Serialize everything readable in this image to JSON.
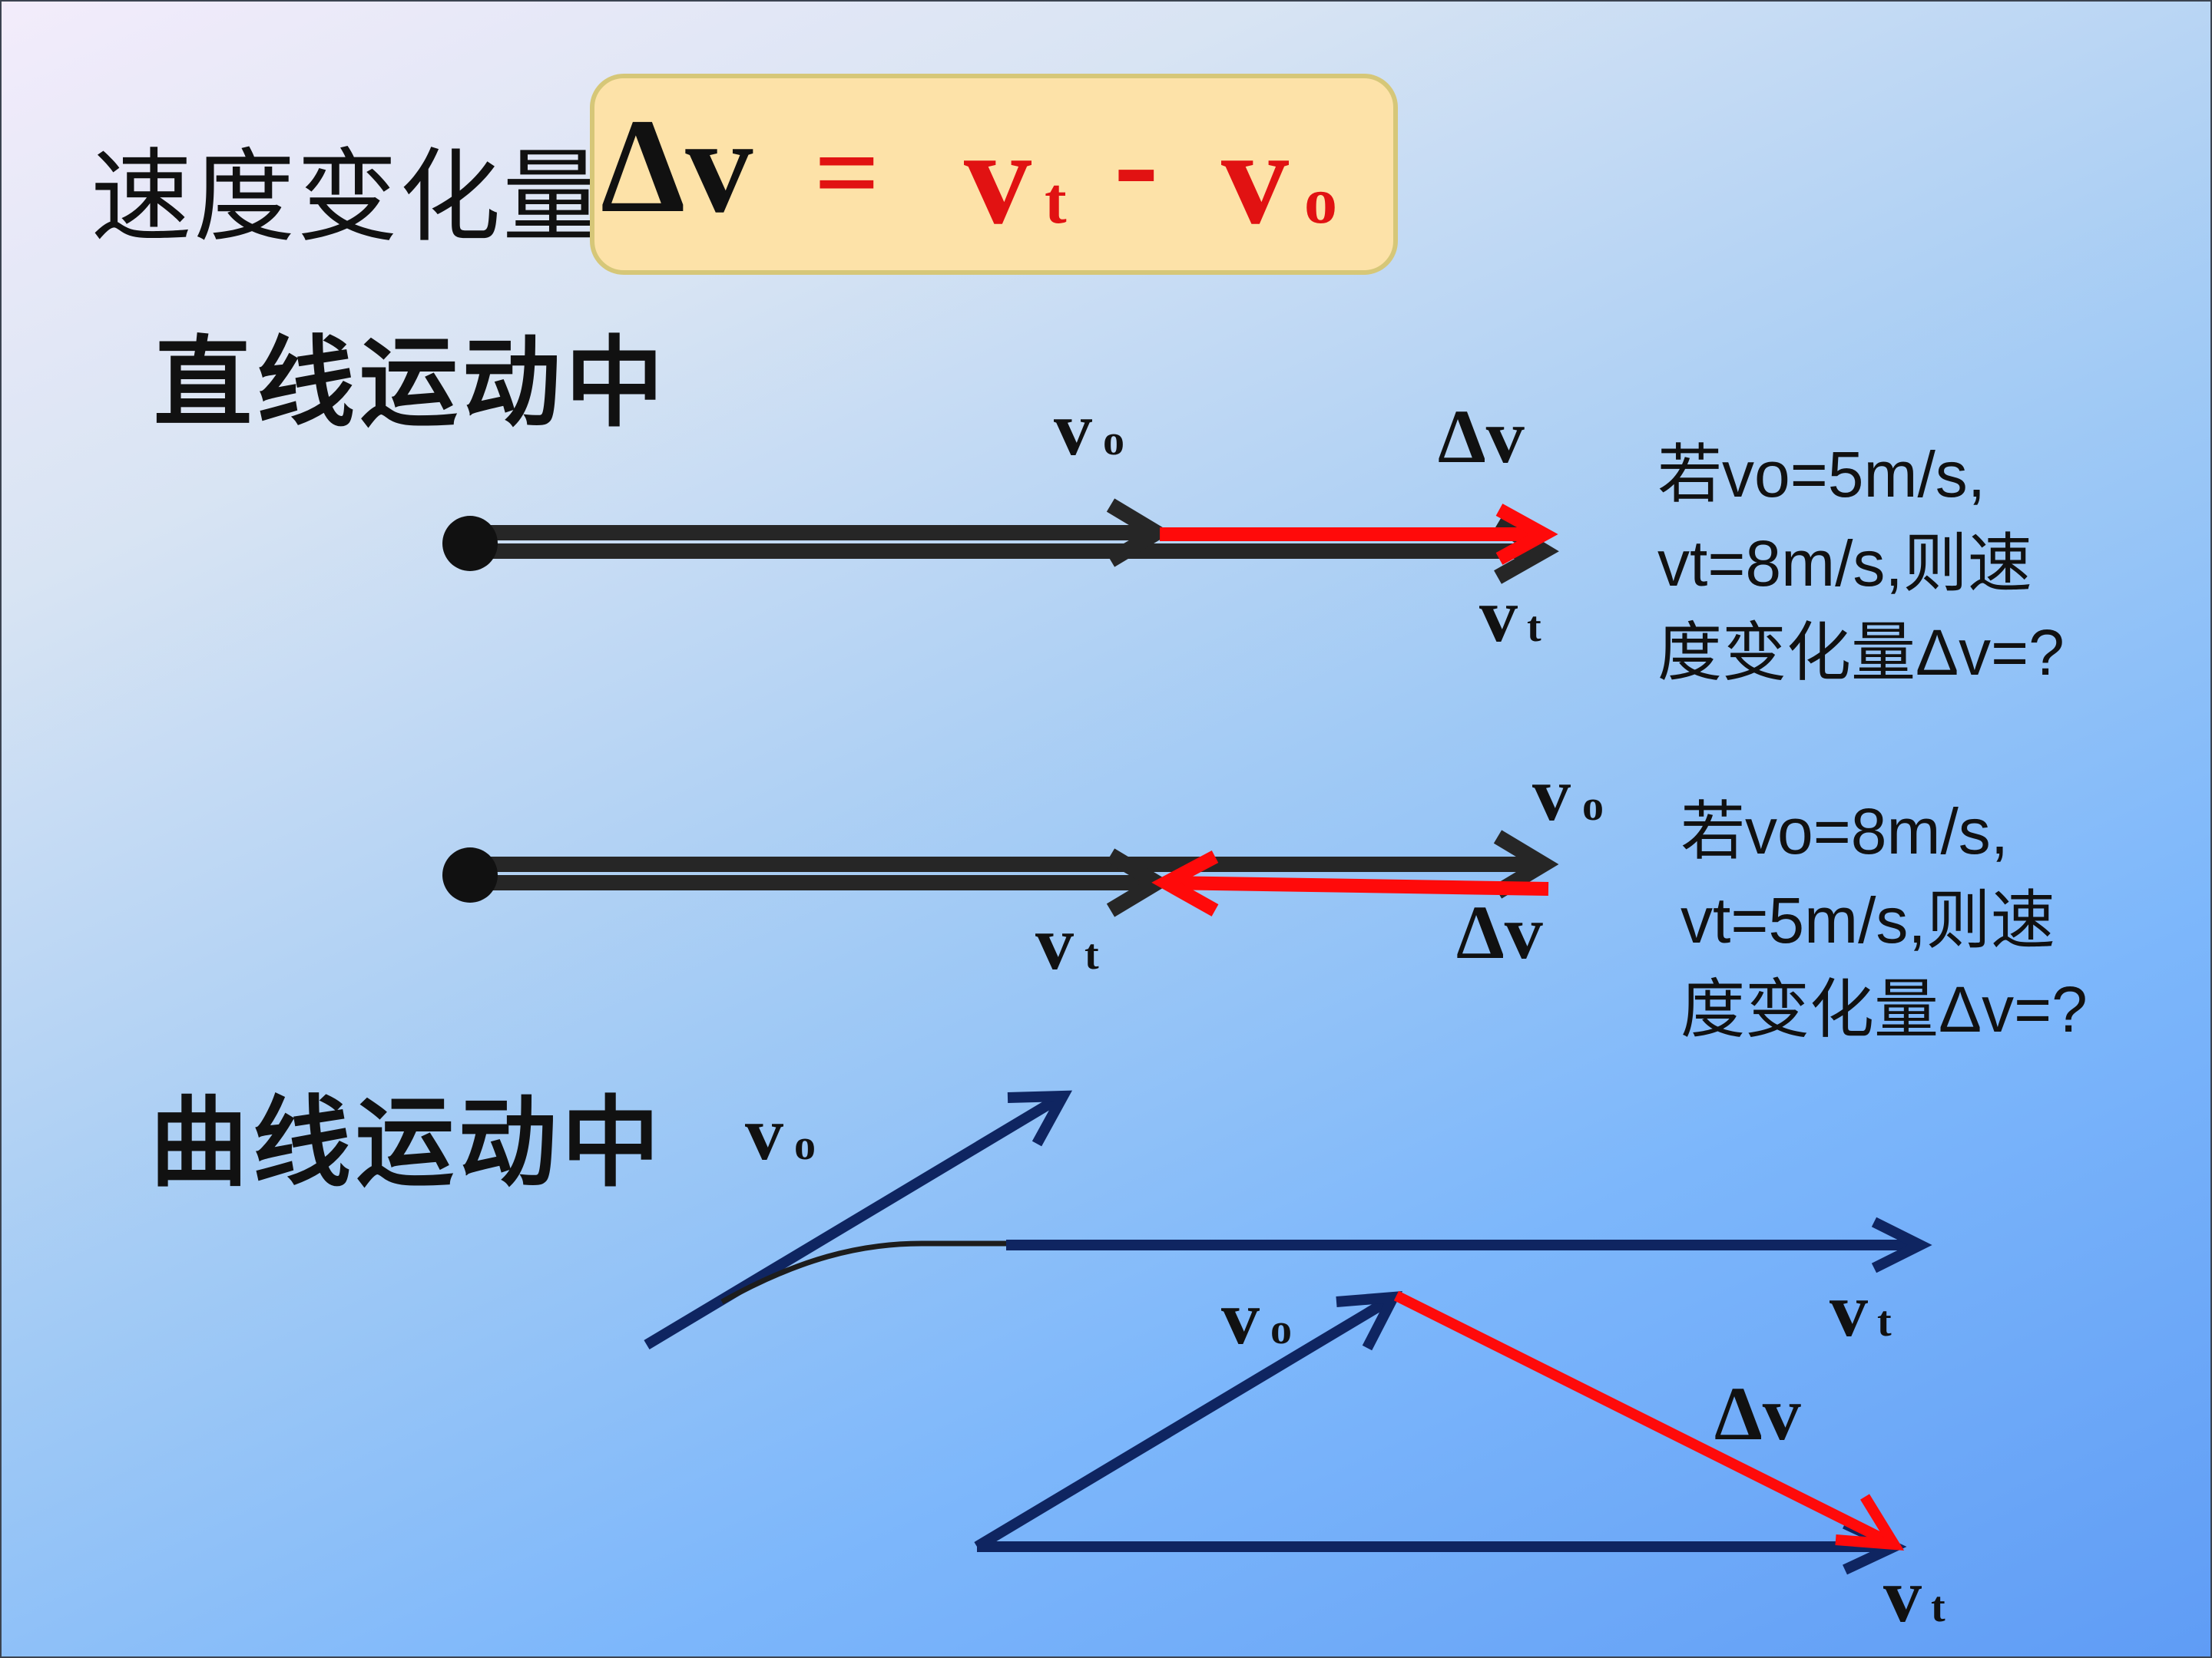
{
  "title": {
    "prefix": "速度变化量",
    "formula": {
      "delta_v": "Δv",
      "equals": "=",
      "vt": "v",
      "t_sub": "t",
      "minus": "-",
      "v0": "v",
      "o_sub": "o"
    }
  },
  "straight": {
    "heading": "直线运动中",
    "case1": {
      "label_v0": "v",
      "label_v0_sub": "o",
      "label_dv": "Δv",
      "label_vt": "v",
      "label_vt_sub": "t",
      "note": [
        "若vo=5m/s,",
        "vt=8m/s,则速",
        "度变化量Δv=?"
      ]
    },
    "case2": {
      "label_v0": "v",
      "label_v0_sub": "o",
      "label_dv": "Δv",
      "label_vt": "v",
      "label_vt_sub": "t",
      "note": [
        "若vo=8m/s,",
        "vt=5m/s,则速",
        "度变化量Δv=?"
      ]
    }
  },
  "curved": {
    "heading": "曲线运动中",
    "label_v0_top": "v",
    "label_v0_top_sub": "o",
    "label_vt_top": "v",
    "label_vt_top_sub": "t",
    "label_v0_tri": "v",
    "label_v0_tri_sub": "o",
    "label_dv_tri": "Δv",
    "label_vt_tri": "v",
    "label_vt_tri_sub": "t"
  },
  "colors": {
    "black_arrow": "#262626",
    "red_arrow": "#ff0a0a",
    "navy_arrow": "#0f2561",
    "formula_red": "#e11212"
  }
}
